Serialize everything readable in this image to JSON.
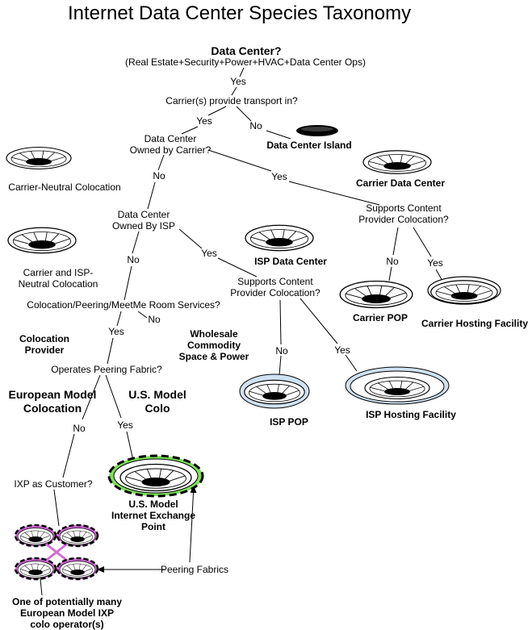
{
  "title": "Internet Data Center Species Taxonomy",
  "root": {
    "label": "Data Center?",
    "sublabel": "(Real Estate+Security+Power+HVAC+Data Center Ops)"
  },
  "questions": {
    "carrier_transport": "Carrier(s) provide transport in?",
    "owned_by_carrier": "Data Center\nOwned by Carrier?",
    "owned_by_isp": "Data Center\nOwned By ISP",
    "carrier_content_colo": "Supports Content\nProvider Colocation?",
    "isp_content_colo": "Supports Content\nProvider Colocation?",
    "colo_services": "Colocation/Peering/MeetMe Room Services?",
    "peering_fabric": "Operates Peering Fabric?",
    "ixp_customer": "IXP as Customer?"
  },
  "answers": {
    "yes": "Yes",
    "no": "No"
  },
  "species": {
    "data_center_island": "Data Center Island",
    "carrier_data_center": "Carrier Data Center",
    "carrier_neutral_colocation": "Carrier-Neutral Colocation",
    "isp_data_center": "ISP Data Center",
    "carrier_isp_neutral": "Carrier and ISP-\nNeutral Colocation",
    "carrier_pop": "Carrier POP",
    "carrier_hosting": "Carrier Hosting Facility",
    "isp_pop": "ISP POP",
    "isp_hosting": "ISP Hosting Facility",
    "colocation_provider": "Colocation\nProvider",
    "wholesale": "Wholesale\nCommodity\nSpace & Power",
    "european_model": "European Model\nColocation",
    "us_model_colo": "U.S. Model\nColo",
    "us_ixp": "U.S. Model\nInternet Exchange\nPoint",
    "european_ixp": "One of potentially many\nEuropean Model IXP\ncolo operator(s)",
    "peering_fabrics": "Peering Fabrics"
  },
  "colors": {
    "line": "#000000",
    "isp_tint": "#cfe2f3",
    "us_ixp_ring": "#7ee05a",
    "euro_ring": "#d56ad8",
    "bowl_fill": "#ffffff",
    "hole": "#000000"
  }
}
